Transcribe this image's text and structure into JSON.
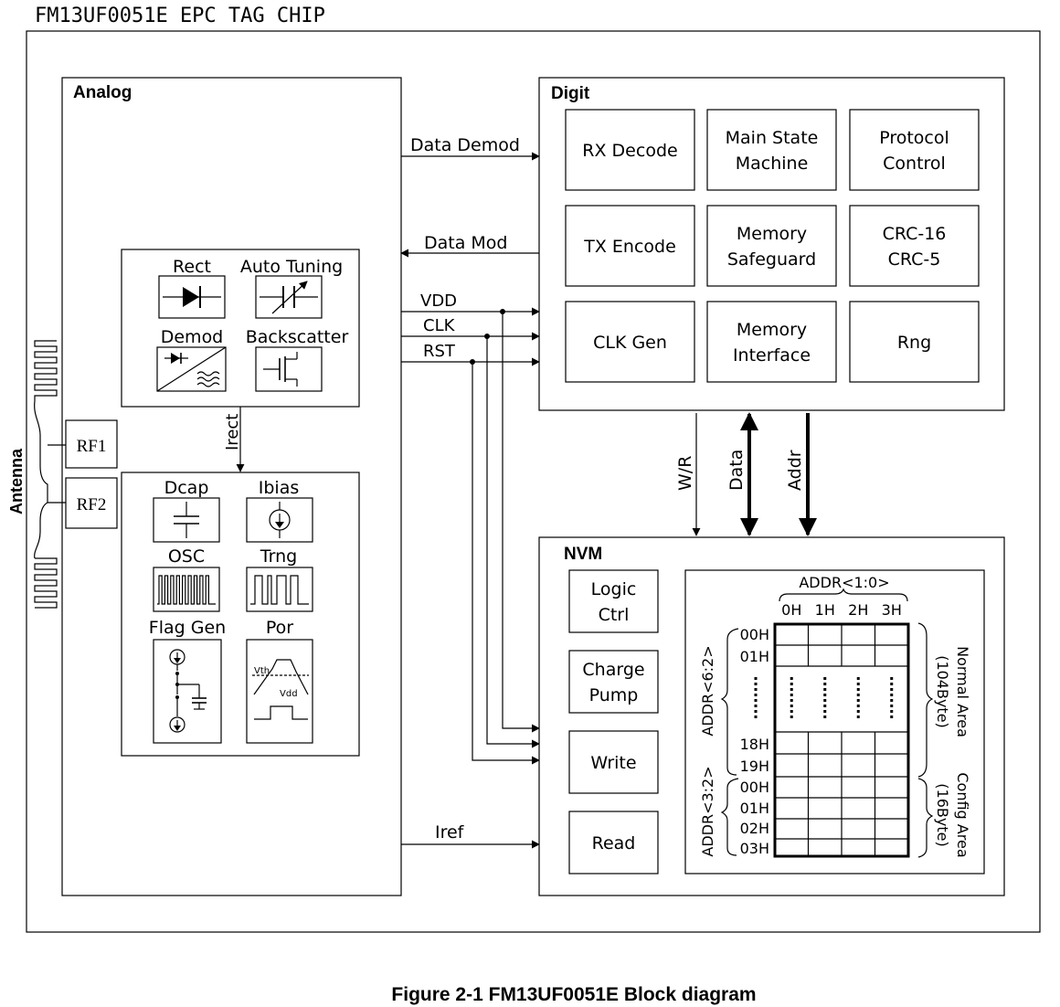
{
  "header": {
    "chip_title": "FM13UF0051E EPC TAG CHIP"
  },
  "caption": "Figure 2-1 FM13UF0051E Block diagram",
  "antenna": {
    "label": "Antenna",
    "ports": [
      "RF1",
      "RF2"
    ]
  },
  "analog": {
    "title": "Analog",
    "frontend": {
      "rect": "Rect",
      "auto_tuning": "Auto Tuning",
      "demod": "Demod",
      "backscatter": "Backscatter"
    },
    "irect": "Irect",
    "support": {
      "dcap": "Dcap",
      "ibias": "Ibias",
      "osc": "OSC",
      "trng": "Trng",
      "flag_gen": "Flag Gen",
      "por": "Por",
      "vth": "Vth",
      "vdd": "Vdd"
    }
  },
  "digit": {
    "title": "Digit",
    "blocks": [
      {
        "id": "rx-decode",
        "lines": [
          "RX Decode"
        ]
      },
      {
        "id": "main-state-machine",
        "lines": [
          "Main State",
          "Machine"
        ]
      },
      {
        "id": "protocol-control",
        "lines": [
          "Protocol",
          "Control"
        ]
      },
      {
        "id": "tx-encode",
        "lines": [
          "TX Encode"
        ]
      },
      {
        "id": "memory-safeguard",
        "lines": [
          "Memory",
          "Safeguard"
        ]
      },
      {
        "id": "crc",
        "lines": [
          "CRC-16",
          "CRC-5"
        ]
      },
      {
        "id": "clk-gen",
        "lines": [
          "CLK Gen"
        ]
      },
      {
        "id": "memory-interface",
        "lines": [
          "Memory",
          "Interface"
        ]
      },
      {
        "id": "rng",
        "lines": [
          "Rng"
        ]
      }
    ]
  },
  "signals": {
    "data_demod": "Data Demod",
    "data_mod": "Data Mod",
    "vdd": "VDD",
    "clk": "CLK",
    "rst": "RST",
    "iref": "Iref",
    "wr": "W/R",
    "data": "Data",
    "addr": "Addr"
  },
  "nvm": {
    "title": "NVM",
    "blocks": [
      {
        "id": "logic-ctrl",
        "lines": [
          "Logic",
          "Ctrl"
        ]
      },
      {
        "id": "charge-pump",
        "lines": [
          "Charge",
          "Pump"
        ]
      },
      {
        "id": "write",
        "lines": [
          "Write"
        ]
      },
      {
        "id": "read",
        "lines": [
          "Read"
        ]
      }
    ],
    "memory_map": {
      "col_addr_label": "ADDR<1:0>",
      "columns": [
        "0H",
        "1H",
        "2H",
        "3H"
      ],
      "normal_rows": [
        "00H",
        "01H",
        "18H",
        "19H"
      ],
      "config_rows": [
        "00H",
        "01H",
        "02H",
        "03H"
      ],
      "normal_addr_label": "ADDR<6:2>",
      "config_addr_label": "ADDR<3:2>",
      "normal_area": [
        "Normal Area",
        "(104Byte)"
      ],
      "config_area": [
        "Config Area",
        "(16Byte)"
      ]
    }
  }
}
